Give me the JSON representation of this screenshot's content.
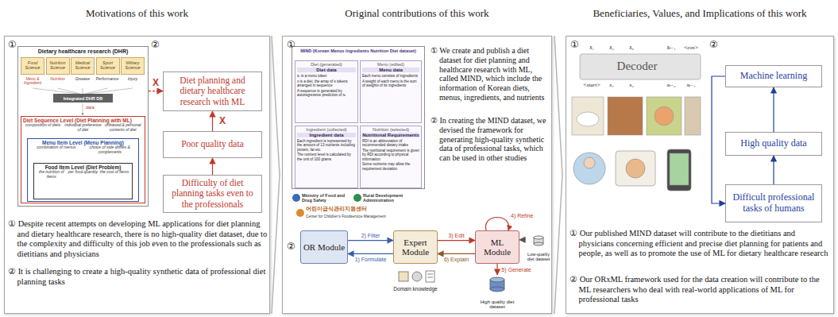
{
  "diagram": {
    "nodes": [
      {
        "text": [
          "Motivations of this work"
        ]
      },
      {
        "text": [
          "Dietary healthcare research (DHR)"
        ],
        "in": 0
      },
      {
        "text": [
          "Food Science"
        ],
        "in": 1
      },
      {
        "text": [
          "Nutrition Science"
        ],
        "in": 1
      },
      {
        "text": [
          "Medical Science"
        ],
        "in": 1
      },
      {
        "text": [
          "Sport Science"
        ],
        "in": 1
      },
      {
        "text": [
          "Military Science"
        ],
        "in": 1
      },
      {
        "text": [
          "Integrated DHR DB"
        ],
        "in": 1
      },
      {
        "text": [
          "Diet Sequence Level (Diet Planning with ML)",
          "composition of diets",
          "individual preference of diet",
          "unbiased & personal contents of diet"
        ],
        "in": 1
      },
      {
        "text": [
          "Menu Item Level (Menu Planning)",
          "combination of menus",
          "choice of side dishes & complements"
        ],
        "in": 8
      },
      {
        "text": [
          "Food Item Level (Diet Problem)",
          "the nutrition of items",
          "per food quantity",
          "the cost of items"
        ],
        "in": 9
      },
      {
        "text": [
          "Diet planning and dietary healthcare research with ML"
        ],
        "in": 0
      },
      {
        "text": [
          "Poor quality data"
        ],
        "in": 0
      },
      {
        "text": [
          "Difficulty of diet planning tasks even to the professionals"
        ],
        "in": 0
      },
      {
        "text": [
          "Original contributions of this work"
        ]
      },
      {
        "text": [
          "MIND (Korean Menus Ingredients Nutrition Diet dataset)"
        ],
        "in": 14
      },
      {
        "text": [
          "Diet (generated)",
          "Diet data",
          "sₜ is a menu token",
          "x is a diet, the array of s tokens arranged in sequence",
          "A sequence is generated by autoregressive prediction of sₜ"
        ],
        "in": 15
      },
      {
        "text": [
          "Menu (edited)",
          "Menu data",
          "Each menu consists of ingredients",
          "A weight of each menu is the sum of weights of its ingredients"
        ],
        "in": 15
      },
      {
        "text": [
          "Ingredient (collected)",
          "Ingredient data",
          "Each ingredient is represented by the amount of 13 nutrients including protein, fat etc.",
          "The nutrient level is calculated by the unit of 100 grams"
        ],
        "in": 15
      },
      {
        "text": [
          "Nutrition (selected)",
          "Nutritional Requirements",
          "RDI is an abbreviation of recommended dietary intake",
          "The nutritional requirement is given by RDI according to physical information",
          "Some nutrients may allow the requirement deviation"
        ],
        "in": 15
      },
      {
        "text": [
          "OR Module"
        ],
        "in": 14
      },
      {
        "text": [
          "Expert Module"
        ],
        "in": 14
      },
      {
        "text": [
          "ML Module"
        ],
        "in": 14
      },
      {
        "text": [
          "High quality diet dataset"
        ],
        "in": 14
      },
      {
        "text": [
          "Low-quality diet dataset"
        ],
        "in": 14
      },
      {
        "text": [
          "Beneficiaries, Values, and Implications of this work"
        ]
      },
      {
        "text": [
          "Machine learning"
        ],
        "in": 25
      },
      {
        "text": [
          "High quality data"
        ],
        "in": 25
      },
      {
        "text": [
          "Difficult professional tasks of humans"
        ],
        "in": 25
      }
    ],
    "edges": [
      {
        "from": 12,
        "to": 11,
        "arrow": "to",
        "label": "X"
      },
      {
        "from": 13,
        "to": 12,
        "arrow": "to"
      },
      {
        "from": 1,
        "to": 11,
        "arrow": "to",
        "label": "X"
      },
      {
        "from": 21,
        "to": 20,
        "arrow": "to",
        "label": "1) Formulate"
      },
      {
        "from": 20,
        "to": 21,
        "arrow": "to",
        "label": "2) Filter"
      },
      {
        "from": 21,
        "to": 22,
        "arrow": "to",
        "label": "3) Edit"
      },
      {
        "from": 22,
        "to": 23,
        "arrow": "to",
        "label": "5) Generate"
      },
      {
        "from": 22,
        "to": 21,
        "arrow": "to",
        "label": "6) Explain"
      },
      {
        "from": 24,
        "to": 22,
        "arrow": "to"
      },
      {
        "from": 27,
        "to": 26,
        "arrow": "to"
      },
      {
        "from": 28,
        "to": 27,
        "arrow": "to"
      },
      {
        "from": 26,
        "to": 28,
        "arrow": "to"
      }
    ],
    "labels": [
      "①",
      "②",
      "Menu & Ingredient",
      "Nutrition",
      "Disease",
      "Performance",
      "Injury",
      "data",
      "① Despite recent attempts on developing ML applications for diet planning and dietary healthcare research, there is no high-quality diet dataset, due to the complexity and difficulty of this job even to the professionals such as dietitians and physicians",
      "② It is challenging to create a high-quality synthetic data of professional diet planning tasks",
      "①",
      "Ministry of Food and Drug Safety",
      "Rural Development Administration",
      "어린이급식관리지원센터",
      "Center for Children's Foodservice Management",
      "① We create and publish a diet dataset for diet planning and healthcare research with ML, called MIND, which include the information of Korean diets, menus, ingredients, and nutrients",
      "② In creating the MIND dataset, we devised the framework for generating high-quality synthetic data of professional tasks, which can be used in other studies",
      "②",
      "4) Refine",
      "Domain knowledge",
      "①",
      "Decoder",
      "x̂₁",
      "x̂₂",
      "x̂₃",
      "x̂ₜ₋₁",
      "<eos>",
      "<start>",
      "x₁",
      "x₂",
      "xₜ₋₂",
      "xₜ₋₁",
      "②",
      "① Our published MIND dataset will contribute to the dietitians and physicians concerning efficient and precise diet planning for patients and people, as well as to promote the use of ML for dietary healthcare research",
      "② Our ORxML framework used for the data creation will contribute to the ML researchers who deal with real-world applications of ML for professional tasks"
    ]
  }
}
